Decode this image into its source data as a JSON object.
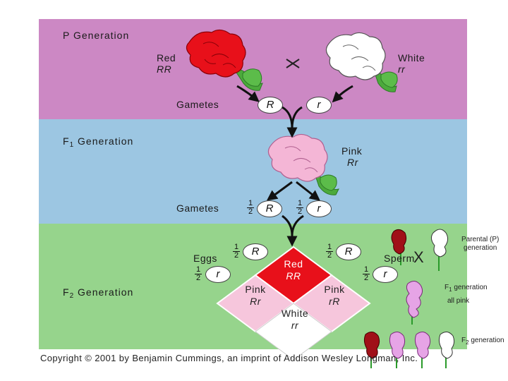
{
  "p_generation": {
    "title": "P Generation",
    "red_label": "Red",
    "red_genotype": "RR",
    "white_label": "White",
    "white_genotype": "rr",
    "cross_symbol": "×",
    "gametes_label": "Gametes",
    "gamete_1": "R",
    "gamete_2": "r"
  },
  "f1_generation": {
    "title_main": "F",
    "title_sub": "1",
    "title_rest": " Generation",
    "pink_label": "Pink",
    "pink_genotype": "Rr",
    "gametes_label": "Gametes",
    "frac_num": "1",
    "frac_den": "2",
    "gamete_1": "R",
    "gamete_2": "r"
  },
  "f2_generation": {
    "title_main": "F",
    "title_sub": "2",
    "title_rest": " Generation",
    "eggs_label": "Eggs",
    "sperm_label": "Sperm",
    "frac_num": "1",
    "frac_den": "2",
    "egg_1": "R",
    "egg_2": "r",
    "sperm_1": "R",
    "sperm_2": "r",
    "cells": {
      "top": {
        "phenotype": "Red",
        "genotype": "RR"
      },
      "left": {
        "phenotype": "Pink",
        "genotype": "Rr"
      },
      "right": {
        "phenotype": "Pink",
        "genotype": "rR"
      },
      "bottom": {
        "phenotype": "White",
        "genotype": "rr"
      }
    }
  },
  "copyright": "Copyright © 2001 by Benjamin Cummings, an imprint of Addison Wesley Longman, Inc.",
  "side_panel": {
    "cross_symbol": "X",
    "parental_line1": "Parental (P)",
    "parental_line2": "generation",
    "f1_main": "F",
    "f1_sub": "1",
    "f1_rest": "  generation",
    "f1_note": "all pink",
    "f2_main": "F",
    "f2_sub": "2",
    "f2_rest": " generation"
  },
  "colors": {
    "p_band": "#cc88c4",
    "f1_band": "#9cc6e2",
    "f2_band": "#96d48c",
    "red_flower": "#e8101a",
    "pink_flower": "#f4b6d6",
    "white_flower": "#ffffff",
    "red_cell": "#e8101a",
    "pink_cell": "#f6c6dc",
    "white_cell": "#ffffff"
  }
}
